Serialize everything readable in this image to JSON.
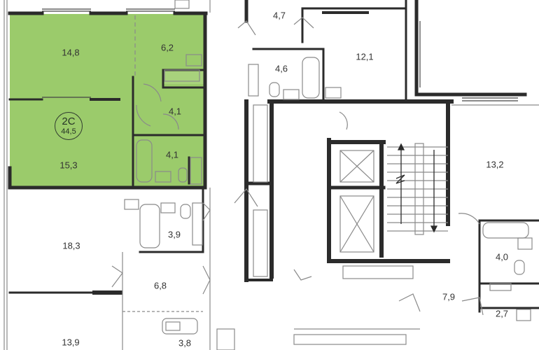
{
  "colors": {
    "apartment_fill": "#9bcb6b",
    "wall": "#2b2b2b",
    "thin_line": "#8a8a8a"
  },
  "apartment": {
    "type": "2С",
    "total_area": "44,5",
    "rooms": {
      "living_top": "14,8",
      "kitchen": "6,2",
      "hall": "4,1",
      "bath": "4,1",
      "bedroom": "15,3"
    }
  },
  "other_rooms": {
    "r_4_7": "4,7",
    "r_4_6": "4,6",
    "r_12_1": "12,1",
    "r_13_2": "13,2",
    "r_18_3": "18,3",
    "r_3_9": "3,9",
    "r_6_8": "6,8",
    "r_4_0": "4,0",
    "r_7_9": "7,9",
    "r_2_7": "2,7",
    "r_13_9": "13,9",
    "r_3_8": "3,8"
  },
  "icons": {
    "stairs": "stairs-arrows-icon",
    "elevator": "elevator-cross-icon"
  }
}
